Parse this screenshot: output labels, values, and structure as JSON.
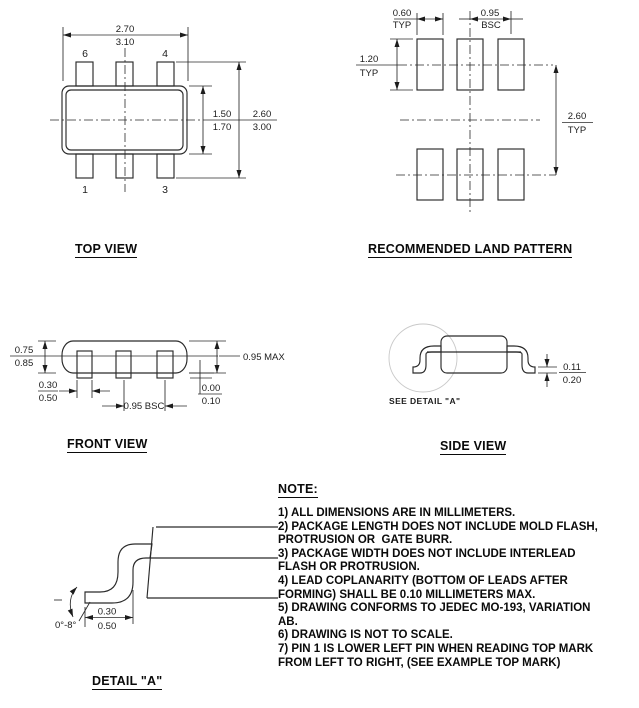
{
  "titles": {
    "top_view": "TOP VIEW",
    "land_pattern": "RECOMMENDED LAND PATTERN",
    "front_view": "FRONT VIEW",
    "side_view": "SIDE VIEW",
    "detail_a": "DETAIL \"A\"",
    "notes": "NOTE:"
  },
  "top_view": {
    "pin_labels": {
      "top_left": "6",
      "top_right": "4",
      "bottom_left": "1",
      "bottom_right": "3"
    },
    "dim_width_min": "2.70",
    "dim_width_max": "3.10",
    "dim_body_min": "1.50",
    "dim_body_max": "1.70",
    "dim_overall_min": "2.60",
    "dim_overall_max": "3.00"
  },
  "land_pattern": {
    "pad_width_value": "0.60",
    "pad_width_qual": "TYP",
    "pitch_value": "0.95",
    "pitch_qual": "BSC",
    "pad_height_value": "1.20",
    "pad_height_qual": "TYP",
    "row_span_value": "2.60",
    "row_span_qual": "TYP"
  },
  "front_view": {
    "height_min": "0.75",
    "height_max": "0.85",
    "lead_width_min": "0.30",
    "lead_width_max": "0.50",
    "pitch": "0.95 BSC",
    "max_height": "0.95 MAX",
    "standoff_min": "0.00",
    "standoff_max": "0.10"
  },
  "side_view": {
    "see_detail": "SEE DETAIL \"A\"",
    "thickness_min": "0.11",
    "thickness_max": "0.20"
  },
  "detail_a": {
    "angle": "0°-8°",
    "foot_min": "0.30",
    "foot_max": "0.50"
  },
  "notes": {
    "lines": [
      "1) ALL DIMENSIONS ARE IN MILLIMETERS.",
      "2) PACKAGE LENGTH DOES NOT INCLUDE MOLD FLASH,",
      "PROTRUSION OR  GATE BURR.",
      "3) PACKAGE WIDTH DOES NOT INCLUDE INTERLEAD",
      "FLASH OR PROTRUSION.",
      "4) LEAD COPLANARITY (BOTTOM OF LEADS AFTER",
      "FORMING) SHALL BE 0.10 MILLIMETERS MAX.",
      "5) DRAWING CONFORMS TO JEDEC MO-193, VARIATION",
      "AB.",
      "6) DRAWING IS NOT TO SCALE.",
      "7) PIN 1 IS LOWER LEFT PIN WHEN READING TOP MARK",
      "FROM LEFT TO RIGHT, (SEE EXAMPLE TOP MARK)"
    ]
  },
  "colors": {
    "line": "#2a2a2a",
    "text": "#111111",
    "detail_circle": "#c9c9c9",
    "background": "#ffffff"
  }
}
